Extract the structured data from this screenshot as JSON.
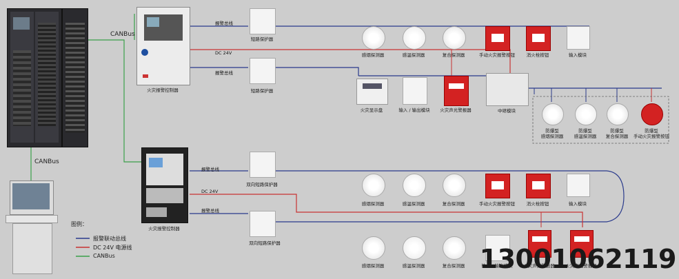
{
  "bus_labels": {
    "canbus_top": "CANBus",
    "canbus_left": "CANBus",
    "alarm_bus_1": "报警总线",
    "dc24_1": "DC 24V",
    "alarm_bus_2": "报警总线",
    "alarm_bus_3": "报警总线",
    "dc24_2": "DC 24V",
    "alarm_bus_4": "报警总线"
  },
  "controllers": {
    "top": "火灾报警控制器",
    "bottom": "火灾报警控制器"
  },
  "protectors": {
    "p1": "短路保护器",
    "p2": "短路保护器",
    "p3": "双向短路保护器",
    "p4": "双向短路保护器"
  },
  "row1": [
    "感烟探测器",
    "感温探测器",
    "复合探测器",
    "手动火灾报警按钮",
    "消火栓按钮",
    "输入模块"
  ],
  "row2": [
    "火灾显示盘",
    "输入 / 输出模块",
    "火灾声光警报器",
    "中继模块"
  ],
  "explosion": {
    "lines1": [
      "防爆型",
      "防爆型",
      "防爆型",
      "防爆型"
    ],
    "lines2": [
      "感烟探测器",
      "感温探测器",
      "复合探测器",
      "手动火灾报警按钮"
    ]
  },
  "row3": [
    "感烟探测器",
    "感温探测器",
    "复合探测器",
    "手动火灾报警按钮",
    "消火栓按钮",
    "输入模块"
  ],
  "row4": [
    "感烟探测器",
    "感温探测器",
    "复合探测器",
    "输入 / 输出模块",
    "火灾声光警报器",
    "火灾声光警报器"
  ],
  "legend": {
    "title": "图例：",
    "items": [
      "报警联动总线",
      "DC 24V 电源线",
      "CANBus"
    ]
  },
  "colors": {
    "alarm_bus": "#2a3a8c",
    "dc24": "#c83232",
    "canbus": "#3aa04a"
  },
  "phone": "13001062119"
}
